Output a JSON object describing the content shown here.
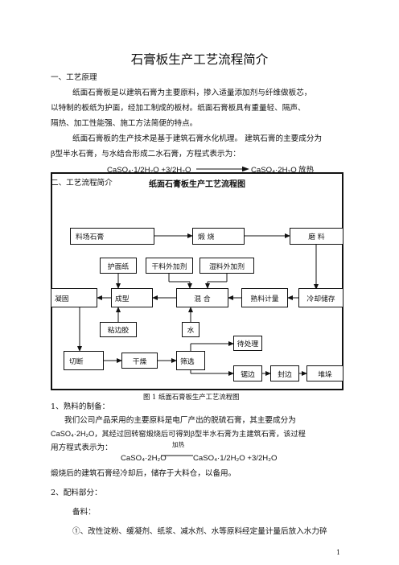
{
  "document": {
    "title": "石膏板生产工艺流程简介",
    "section1": "一、工艺原理",
    "para1_l1": "纸面石膏板是以建筑石膏为主要原料，掺入适量添加剂与纤维做板芯，",
    "para1_l2": "以特制的板纸为护面，经加工制成的板材。纸面石膏板具有重量轻、隔声、",
    "para1_l3": "隔热、加工性能强、施工方法简便的特点。",
    "para2_l1": "纸面石膏板的生产技术是基于建筑石膏水化机理。 建筑石膏的主要成分为",
    "para2_l2": "β型半水石膏，与水结合形成二水石膏，方程式表示为：",
    "eq1_left": "CaSO₄·1/2H₂O +3/2H₂O",
    "eq1_right": "CaSO₄·2H₂O",
    "eq1_note": "放热",
    "section2": "二、工艺流程简介",
    "figure_caption": "图 1    纸面石膏板生产工艺流程图",
    "item1_title": "1、熟料的制备：",
    "item1_l1": "我们公司产品采用的主要原料是电厂产出的脱硫石膏，其主要成分为",
    "item1_l2": "CaSO₄·2H₂O，其经过回转窑煅烧后可得到β型半水石膏为主建筑石膏，该过程",
    "item1_l3": "用方程式表示为：",
    "eq2_condition": "加热",
    "eq2_left": "CaSO₄·2H₂O",
    "eq2_right": "CaSO₄·1/2H₂O  +3/2H₂O",
    "item1_l4": "煅烧后的建筑石膏经冷却后，储存于大料仓，以备用。",
    "item2_title": "2、配料部分：",
    "item2_sub": "备料：",
    "item2_l1": "①、改性淀粉、缓凝剂、纸浆、减水剂、水等原料经定量计量后放入水力碎",
    "page_number": "1"
  },
  "flowchart": {
    "title": "纸面石膏板生产工艺流程图",
    "nodes": {
      "yard": "料场石膏",
      "calcine": "煅 烧",
      "grind": "磨 料",
      "paper": "护面纸",
      "dry_add": "干料外加剂",
      "wet_add": "湿料外加剂",
      "solidify": "凝固",
      "forming": "成型",
      "mixing": "混     合",
      "clinker": "熟料计量",
      "cooling": "冷却储存",
      "glue": "粘边胶",
      "water": "水",
      "pending": "待处理",
      "cut": "切断",
      "dry": "干燥",
      "screen": "筛选",
      "saw": "锯边",
      "seal": "封边",
      "stack": "堆垛"
    }
  }
}
